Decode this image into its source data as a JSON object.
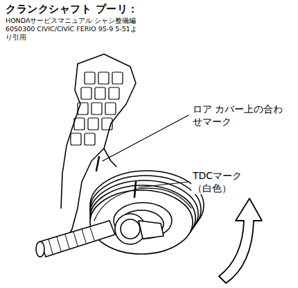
{
  "diagram": {
    "title": "クランクシャフト プーリ：",
    "labels": [
      "HONDAサービスマニュアル シャシ整備編 60S0300 CIVIC/CIVIC FERIO 95-9 5-51より引用",
      "ロア カバー上の合わせマーク",
      "TDCマーク（白色）"
    ]
  }
}
